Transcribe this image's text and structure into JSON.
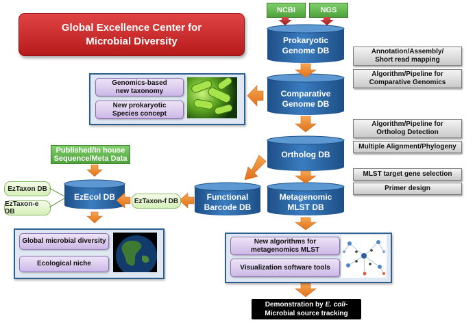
{
  "banner": {
    "line1": "Global Excellence Center for",
    "line2": "Microbial Diversity"
  },
  "sources": {
    "ncbi": "NCBI",
    "ngs": "NGS"
  },
  "databases": {
    "prokaryotic": {
      "line1": "Prokaryotic",
      "line2": "Genome DB"
    },
    "comparative": {
      "line1": "Comparative",
      "line2": "Genome DB"
    },
    "ortholog": {
      "line1": "Ortholog DB"
    },
    "functional": {
      "line1": "Functional",
      "line2": "Barcode DB"
    },
    "metagenomic": {
      "line1": "Metagenomic",
      "line2": "MLST DB"
    },
    "ezecol": {
      "line1": "EzEcol DB"
    }
  },
  "methods": {
    "annotation": {
      "line1": "Annotation/Assembly/",
      "line2": "Short read mapping"
    },
    "comparative_pipeline": {
      "line1": "Algorithm/Pipeline for",
      "line2": "Comparative Genomics"
    },
    "ortholog_pipeline": {
      "line1": "Algorithm/Pipeline for",
      "line2": "Ortholog Detection"
    },
    "alignment": {
      "line1": "Multiple Alignment/Phylogeny"
    },
    "mlst_selection": {
      "line1": "MLST target gene selection"
    },
    "primer": {
      "line1": "Primer design"
    }
  },
  "taxonomy_panel": {
    "item1": {
      "line1": "Genomics-based",
      "line2": "new taxonomy"
    },
    "item2": {
      "line1": "New prokaryotic",
      "line2": "Species concept"
    }
  },
  "published": {
    "line1": "Published/In house",
    "line2": "Sequence/Meta Data"
  },
  "eztaxon": {
    "a": "EzTaxon DB",
    "b": "EzTaxon-e DB",
    "f": "EzTaxon-f DB"
  },
  "ecology_panel": {
    "item1": "Global microbial diversity",
    "item2": "Ecological niche"
  },
  "algorithms_panel": {
    "item1": {
      "line1": "New algorithms for",
      "line2": "metagenomics MLST"
    },
    "item2": "Visualization software tools"
  },
  "demo": {
    "prefix": "Demonstration by ",
    "italic": "E. coli",
    "suffix": "-",
    "line2": "Microbial source tracking"
  },
  "colors": {
    "db_blue": "#2b6aa8",
    "arrow_orange": "#f08a24",
    "banner_red": "#c62828",
    "source_green": "#5cb24a",
    "panel_border": "#2c5f8f"
  }
}
